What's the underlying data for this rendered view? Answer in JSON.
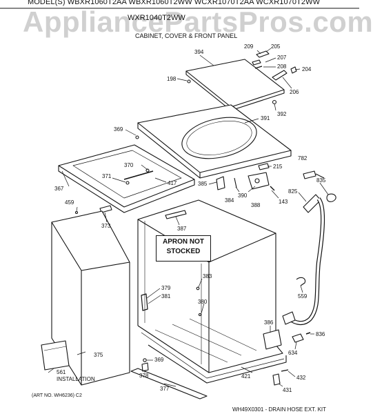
{
  "header": {
    "models_line": "MODEL(S) WBXR1060T2AA  WBXR1060T2WW  WCXR1070T2AA  WCXR1070T2WW",
    "models_line2": "WXR1040T2WW",
    "section": "CABINET, COVER & FRONT PANEL"
  },
  "watermark": "AppliancePartsPros.com",
  "apron_note": {
    "line1": "APRON NOT",
    "line2": "STOCKED"
  },
  "installation": {
    "number": "561",
    "label": "INSTALLATION"
  },
  "footer": {
    "art_no": "(ART NO. WH6236) C2",
    "kit": "WH49X0301 - DRAIN HOSE EXT. KIT"
  },
  "parts": [
    {
      "id": "394"
    },
    {
      "id": "209"
    },
    {
      "id": "205"
    },
    {
      "id": "207"
    },
    {
      "id": "208"
    },
    {
      "id": "204"
    },
    {
      "id": "198"
    },
    {
      "id": "206"
    },
    {
      "id": "392"
    },
    {
      "id": "391"
    },
    {
      "id": "369"
    },
    {
      "id": "782"
    },
    {
      "id": "215"
    },
    {
      "id": "370"
    },
    {
      "id": "371"
    },
    {
      "id": "417"
    },
    {
      "id": "385"
    },
    {
      "id": "390"
    },
    {
      "id": "835"
    },
    {
      "id": "367"
    },
    {
      "id": "384"
    },
    {
      "id": "825"
    },
    {
      "id": "388"
    },
    {
      "id": "143"
    },
    {
      "id": "459"
    },
    {
      "id": "373"
    },
    {
      "id": "387"
    },
    {
      "id": "383"
    },
    {
      "id": "379"
    },
    {
      "id": "381"
    },
    {
      "id": "380"
    },
    {
      "id": "559"
    },
    {
      "id": "386"
    },
    {
      "id": "836"
    },
    {
      "id": "634"
    },
    {
      "id": "375"
    },
    {
      "id": "369b"
    },
    {
      "id": "378"
    },
    {
      "id": "421"
    },
    {
      "id": "432"
    },
    {
      "id": "377"
    },
    {
      "id": "431"
    }
  ],
  "part_labels": {
    "394": "394",
    "209": "209",
    "205": "205",
    "207": "207",
    "208": "208",
    "204": "204",
    "198": "198",
    "206": "206",
    "392": "392",
    "391": "391",
    "369": "369",
    "782": "782",
    "215": "215",
    "370": "370",
    "371": "371",
    "417": "417",
    "385": "385",
    "390": "390",
    "835": "835",
    "367": "367",
    "384": "384",
    "825": "825",
    "388": "388",
    "143": "143",
    "459": "459",
    "373": "373",
    "387": "387",
    "383": "383",
    "379": "379",
    "381": "381",
    "380": "380",
    "559": "559",
    "386": "386",
    "836": "836",
    "634": "634",
    "375": "375",
    "369b": "369",
    "378": "378",
    "421": "421",
    "432": "432",
    "377": "377",
    "431": "431"
  }
}
